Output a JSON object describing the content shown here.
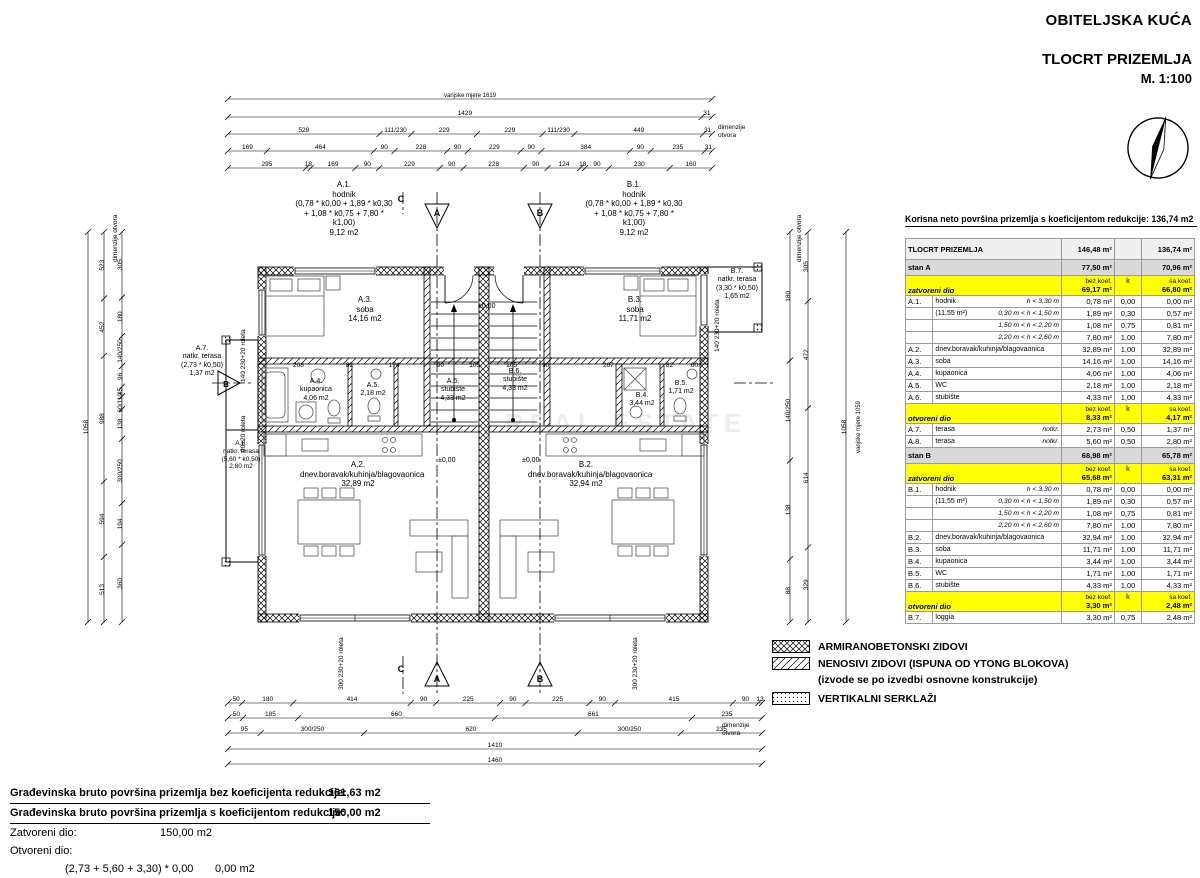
{
  "title_block": {
    "line1": "OBITELJSKA KUĆA",
    "line2": "TLOCRT PRIZEMLJA",
    "line3": "M. 1:100"
  },
  "watermark": "REAL ESTATE",
  "plan": {
    "elevation": "±0,00",
    "markers": {
      "a": "A",
      "b": "B",
      "c": "C"
    },
    "roleta": [
      "140  230+20 roleta",
      "90+20 roleta",
      "140  230+20 roleta",
      "300  230+20 roleta",
      "300  230+20 roleta"
    ],
    "rooms": [
      {
        "id": "A.1.",
        "name": "hodnik",
        "detail": "(0,78 * k0,00 + 1,89 * k0,30 + 1,08 * k0,75 + 7,80 * k1,00)",
        "area": "9,12 m2"
      },
      {
        "id": "B.1.",
        "name": "hodnik",
        "detail": "(0,78 * k0,00 + 1,89 * k0,30 + 1,08 * k0,75 + 7,80 * k1,00)",
        "area": "9,12 m2"
      },
      {
        "id": "A.3.",
        "name": "soba",
        "detail": "",
        "area": "14,16 m2"
      },
      {
        "id": "B.3.",
        "name": "soba",
        "detail": "",
        "area": "11,71 m2"
      },
      {
        "id": "A.4.",
        "name": "kupaonica",
        "detail": "",
        "area": "4,06 m2"
      },
      {
        "id": "A.5.",
        "name": "",
        "detail": "",
        "area": "2,18 m2"
      },
      {
        "id": "A.6.",
        "name": "stubište",
        "detail": "",
        "area": "4,33 m2"
      },
      {
        "id": "B.6.",
        "name": "stubište",
        "detail": "",
        "area": "4,33 m2"
      },
      {
        "id": "B.4.",
        "name": "",
        "detail": "",
        "area": "3,44 m2"
      },
      {
        "id": "B.5.",
        "name": "",
        "detail": "",
        "area": "1,71 m2"
      },
      {
        "id": "A.2.",
        "name": "dnev.boravak/kuhinja/blagovaonica",
        "detail": "",
        "area": "32,89 m2"
      },
      {
        "id": "B.2.",
        "name": "dnev.boravak/kuhinja/blagovaonica",
        "detail": "",
        "area": "32,94 m2"
      },
      {
        "id": "A.7.",
        "name": "natkr. terasa",
        "detail": "(2,73 * k0,50)",
        "area": "1,37 m2"
      },
      {
        "id": "A.8.",
        "name": "natkr. terasa",
        "detail": "(5,60 * k0,50)",
        "area": "2,80 m2"
      },
      {
        "id": "B.7.",
        "name": "natkr. terasa",
        "detail": "(3,30 * k0,50)",
        "area": "1,65 m2"
      }
    ]
  },
  "dims": {
    "note": "dimenzije otvora",
    "top": {
      "outer": "vanjske mjere 1619",
      "t1": [
        "1429",
        "31"
      ],
      "t2": [
        "529",
        "111/230",
        "229",
        "229",
        "111/230",
        "449",
        "31"
      ],
      "t3": [
        "169",
        "464",
        "90",
        "228",
        "90",
        "229",
        "90",
        "384",
        "90",
        "235",
        "31"
      ],
      "t4": [
        "295",
        "18",
        "169",
        "90",
        "229",
        "90",
        "228",
        "90",
        "124",
        "18",
        "90",
        "230",
        "160"
      ]
    },
    "bottom": {
      "b1": [
        "-50",
        "180",
        "414",
        "90",
        "225",
        "90",
        "225",
        "90",
        "415",
        "90",
        "13"
      ],
      "b2": [
        "-50",
        "185",
        "660",
        "661",
        "235"
      ],
      "b3": [
        "95",
        "300/250",
        "620",
        "300/250",
        "235"
      ],
      "b4": [
        "1410"
      ],
      "b5": [
        "1460"
      ]
    },
    "left": {
      "l1": [
        "1058"
      ],
      "l2": [
        "523",
        "452",
        "988",
        "594",
        "513"
      ],
      "l3": [
        "305",
        "180",
        "140/250",
        "96",
        "45",
        "60/110",
        "138",
        "300/250",
        "194",
        "360"
      ]
    },
    "right": {
      "outer": "vanjske mjere 1059",
      "r1": [
        "305",
        "472",
        "614",
        "329"
      ],
      "r2": [
        "180",
        "140/250",
        "138",
        "88"
      ],
      "r3": [
        "1058"
      ]
    },
    "inner": [
      "208",
      "82",
      "174",
      "90",
      "105",
      "105",
      "90",
      "267",
      "82",
      "60"
    ]
  },
  "panel": {
    "header_note": "Korisna neto površina prizemlja s koeficijentom redukcije: 136,74 m2",
    "table": {
      "title": "TLOCRT PRIZEMLJA",
      "title_v1": "146,48 m²",
      "title_v2": "136,74 m²",
      "band_labels": {
        "bez": "bez koef.",
        "k": "k",
        "sa": "sa koef."
      },
      "sections": [
        {
          "name": "stan A",
          "v1": "77,50 m²",
          "v2": "70,96 m²",
          "groups": [
            {
              "band": "zatvoreni dio",
              "band_v1": "69,17 m²",
              "band_v2": "66,80 m²",
              "rows": [
                {
                  "id": "A.1.",
                  "name": "hodnik",
                  "sub": "h < 3,30 m",
                  "v1": "0,78 m²",
                  "k": "0,00",
                  "v2": "0,00 m²"
                },
                {
                  "id": "",
                  "name": "(11,55 m²)",
                  "sub": "0,30 m < h < 1,50 m",
                  "v1": "1,89 m²",
                  "k": "0,30",
                  "v2": "0,57 m²"
                },
                {
                  "id": "",
                  "name": "",
                  "sub": "1,50 m < h < 2,20 m",
                  "v1": "1,08 m²",
                  "k": "0,75",
                  "v2": "0,81 m²"
                },
                {
                  "id": "",
                  "name": "",
                  "sub": "2,20 m < h < 2,60 m",
                  "v1": "7,80 m²",
                  "k": "1,00",
                  "v2": "7,80 m²"
                },
                {
                  "id": "A.2.",
                  "name": "dnev.boravak/kuhinja/blagovaonica",
                  "sub": "",
                  "v1": "32,89 m²",
                  "k": "1,00",
                  "v2": "32,89 m²"
                },
                {
                  "id": "A.3.",
                  "name": "soba",
                  "sub": "",
                  "v1": "14,16 m²",
                  "k": "1,00",
                  "v2": "14,16 m²"
                },
                {
                  "id": "A.4.",
                  "name": "kupaonica",
                  "sub": "",
                  "v1": "4,06 m²",
                  "k": "1,00",
                  "v2": "4,06 m²"
                },
                {
                  "id": "A.5.",
                  "name": "WC",
                  "sub": "",
                  "v1": "2,18 m²",
                  "k": "1,00",
                  "v2": "2,18 m²"
                },
                {
                  "id": "A.6.",
                  "name": "stubište",
                  "sub": "",
                  "v1": "4,33 m²",
                  "k": "1,00",
                  "v2": "4,33 m²"
                }
              ]
            },
            {
              "band": "otvoreni dio",
              "band_v1": "8,33 m²",
              "band_v2": "4,17 m²",
              "rows": [
                {
                  "id": "A.7.",
                  "name": "terasa",
                  "sub": "notkr.",
                  "v1": "2,73 m²",
                  "k": "0,50",
                  "v2": "1,37 m²"
                },
                {
                  "id": "A.8.",
                  "name": "terasa",
                  "sub": "notkr.",
                  "v1": "5,60 m²",
                  "k": "0,50",
                  "v2": "2,80 m²"
                }
              ]
            }
          ]
        },
        {
          "name": "stan B",
          "v1": "68,98 m²",
          "v2": "65,78 m²",
          "groups": [
            {
              "band": "zatvoreni dio",
              "band_v1": "65,68 m²",
              "band_v2": "63,31 m²",
              "rows": [
                {
                  "id": "B.1.",
                  "name": "hodnik",
                  "sub": "h < 3,30 m",
                  "v1": "0,78 m²",
                  "k": "0,00",
                  "v2": "0,00 m²"
                },
                {
                  "id": "",
                  "name": "(11,55 m²)",
                  "sub": "0,30 m < h < 1,50 m",
                  "v1": "1,89 m²",
                  "k": "0,30",
                  "v2": "0,57 m²"
                },
                {
                  "id": "",
                  "name": "",
                  "sub": "1,50 m < h < 2,20 m",
                  "v1": "1,08 m²",
                  "k": "0,75",
                  "v2": "0,81 m²"
                },
                {
                  "id": "",
                  "name": "",
                  "sub": "2,20 m < h < 2,60 m",
                  "v1": "7,80 m²",
                  "k": "1,00",
                  "v2": "7,80 m²"
                },
                {
                  "id": "B.2.",
                  "name": "dnev.boravak/kuhinja/blagovaonica",
                  "sub": "",
                  "v1": "32,94 m²",
                  "k": "1,00",
                  "v2": "32,94 m²"
                },
                {
                  "id": "B.3.",
                  "name": "soba",
                  "sub": "",
                  "v1": "11,71 m²",
                  "k": "1,00",
                  "v2": "11,71 m²"
                },
                {
                  "id": "B.4.",
                  "name": "kupaonica",
                  "sub": "",
                  "v1": "3,44 m²",
                  "k": "1,00",
                  "v2": "3,44 m²"
                },
                {
                  "id": "B.5.",
                  "name": "WC",
                  "sub": "",
                  "v1": "1,71 m²",
                  "k": "1,00",
                  "v2": "1,71 m²"
                },
                {
                  "id": "B.6.",
                  "name": "stubište",
                  "sub": "",
                  "v1": "4,33 m²",
                  "k": "1,00",
                  "v2": "4,33 m²"
                }
              ]
            },
            {
              "band": "otvoreni dio",
              "band_v1": "3,30 m²",
              "band_v2": "2,48 m²",
              "rows": [
                {
                  "id": "B.7.",
                  "name": "loggia",
                  "sub": "",
                  "v1": "3,30 m²",
                  "k": "0,75",
                  "v2": "2,48 m²"
                }
              ]
            }
          ]
        }
      ]
    }
  },
  "legend": {
    "items": [
      {
        "pattern": "crosshatch",
        "label": "ARMIRANOBETONSKI ZIDOVI",
        "sub": ""
      },
      {
        "pattern": "diagonal",
        "label": "NENOSIVI ZIDOVI (ISPUNA OD YTONG BLOKOVA)",
        "sub": "(izvode se po izvedbi osnovne konstrukcije)"
      },
      {
        "pattern": "dots",
        "label": "VERTIKALNI SERKLAŽI",
        "sub": ""
      }
    ]
  },
  "summary": {
    "rows": [
      {
        "label": "Građevinska bruto površina prizemlja bez koeficijenta redukcije:",
        "value": "161,63 m2"
      },
      {
        "label": "Građevinska bruto površina prizemlja s koeficijentom redukcije:",
        "value": "150,00 m2"
      },
      {
        "label": "Zatvoreni dio:",
        "value": "150,00 m2"
      },
      {
        "label": "Otvoreni dio:",
        "value": ""
      },
      {
        "label": "(2,73 + 5,60 + 3,30) * 0,00",
        "value": "0,00 m2"
      }
    ]
  }
}
